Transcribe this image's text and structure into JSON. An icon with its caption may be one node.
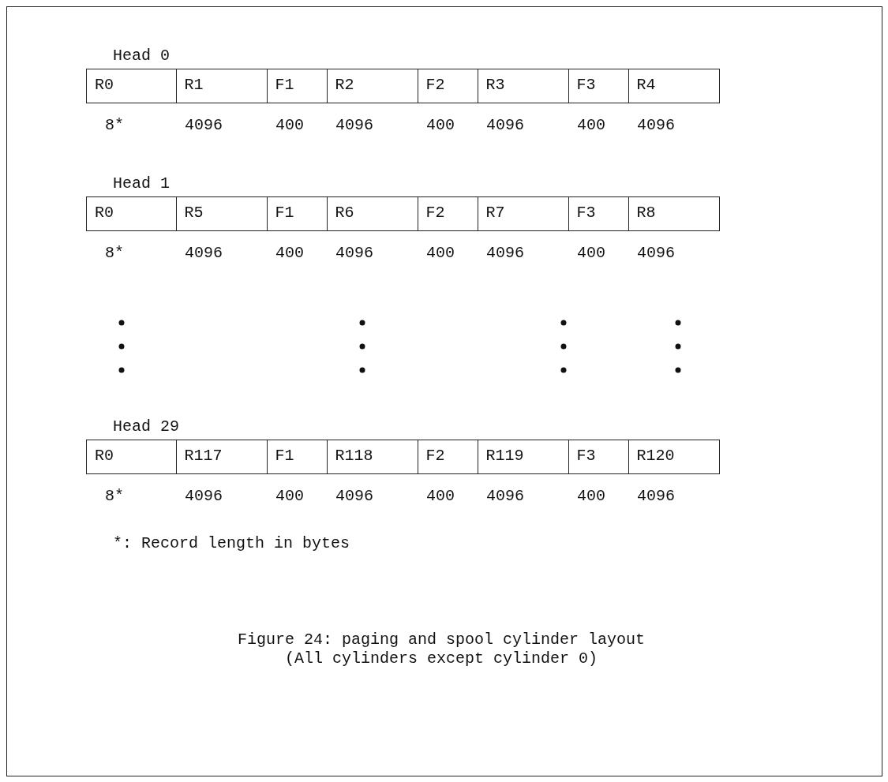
{
  "diagram": {
    "caption": "Figure 24: paging and spool cylinder layout (All cylinders except cylinder 0)",
    "labels": [
      "Head 0",
      "R0",
      "R1",
      "F1",
      "R2",
      "F2",
      "R3",
      "F3",
      "R4",
      "8*",
      "4096",
      "400",
      "4096",
      "400",
      "4096",
      "400",
      "4096",
      "Head 1",
      "R0",
      "R5",
      "F1",
      "R6",
      "F2",
      "R7",
      "F3",
      "R8",
      "8*",
      "4096",
      "400",
      "4096",
      "400",
      "4096",
      "400",
      "4096",
      "Head 29",
      "R0",
      "R117",
      "F1",
      "R118",
      "F2",
      "R119",
      "F3",
      "R120",
      "8*",
      "4096",
      "400",
      "4096",
      "400",
      "4096",
      "400",
      "4096",
      "*: Record length in bytes"
    ]
  }
}
